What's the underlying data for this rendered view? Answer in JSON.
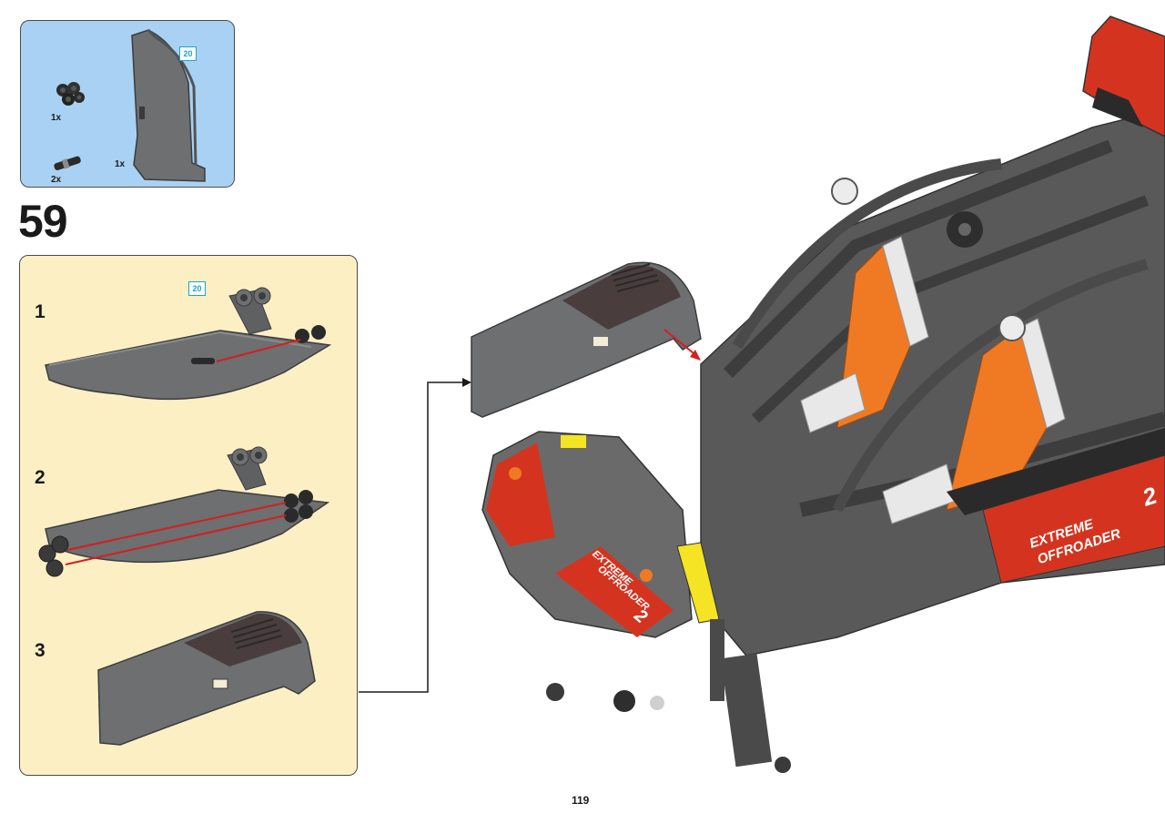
{
  "parts_list": {
    "items": [
      {
        "qty": "1x",
        "icon": "black-connector-part-icon"
      },
      {
        "qty": "2x",
        "icon": "axle-pin-part-icon"
      },
      {
        "qty": "1x",
        "icon": "grey-panel-part-icon"
      }
    ],
    "panel_badge": "20"
  },
  "step": {
    "number": "59",
    "badge": "20",
    "substeps": [
      "1",
      "2",
      "3"
    ]
  },
  "decals": {
    "line1": "EXTREME",
    "line2": "OFFROADER",
    "number": "2"
  },
  "page_number": "119",
  "colors": {
    "parts_bg": "#a9d1f3",
    "substep_bg": "#fcefc4",
    "part_grey": "#6d6f70",
    "orange": "#f07a23",
    "red_decal": "#d4341f",
    "arrow_red": "#d61e1e",
    "badge_cyan": "#1aa6c8"
  }
}
